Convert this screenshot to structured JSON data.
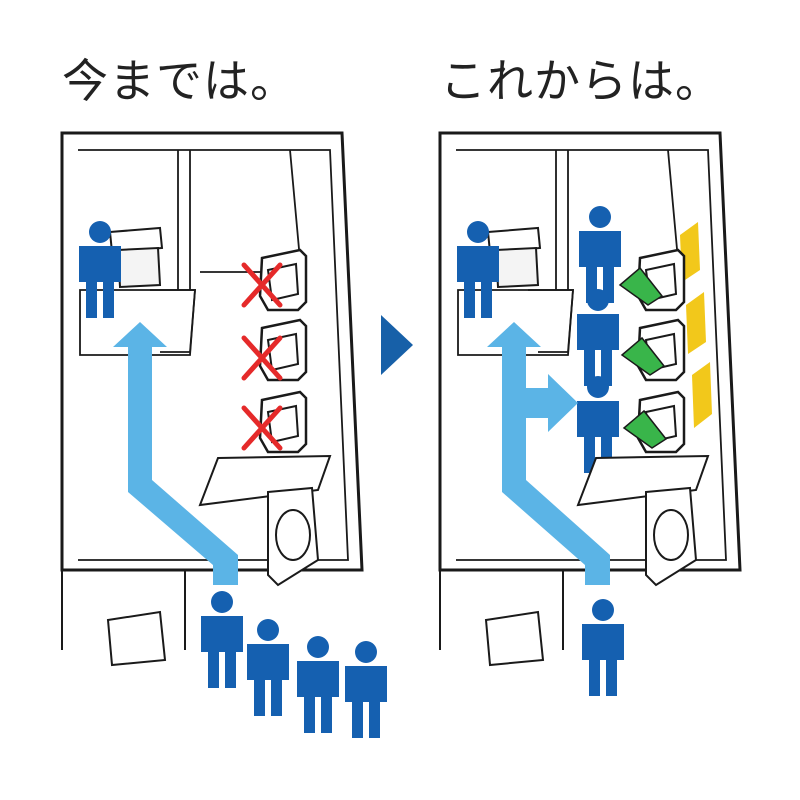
{
  "headings": {
    "before": "今までは。",
    "after": "これからは。"
  },
  "colors": {
    "person": "#1560b0",
    "arrow": "#5bb4e6",
    "cross": "#e52a2a",
    "green": "#39b54a",
    "sign": "#f2c81b",
    "outline": "#1a1a1a",
    "next": "#1760a8"
  },
  "icons": {
    "person": "person-icon",
    "urinal": "urinal-icon",
    "cross": "cross-icon",
    "arrow": "flow-arrow",
    "next": "triangle-right-icon"
  },
  "before": {
    "queue_count": 4,
    "urinals_available": 0,
    "urinals_total": 3
  },
  "after": {
    "queue_count": 1,
    "urinals_available": 3,
    "urinals_total": 3
  }
}
